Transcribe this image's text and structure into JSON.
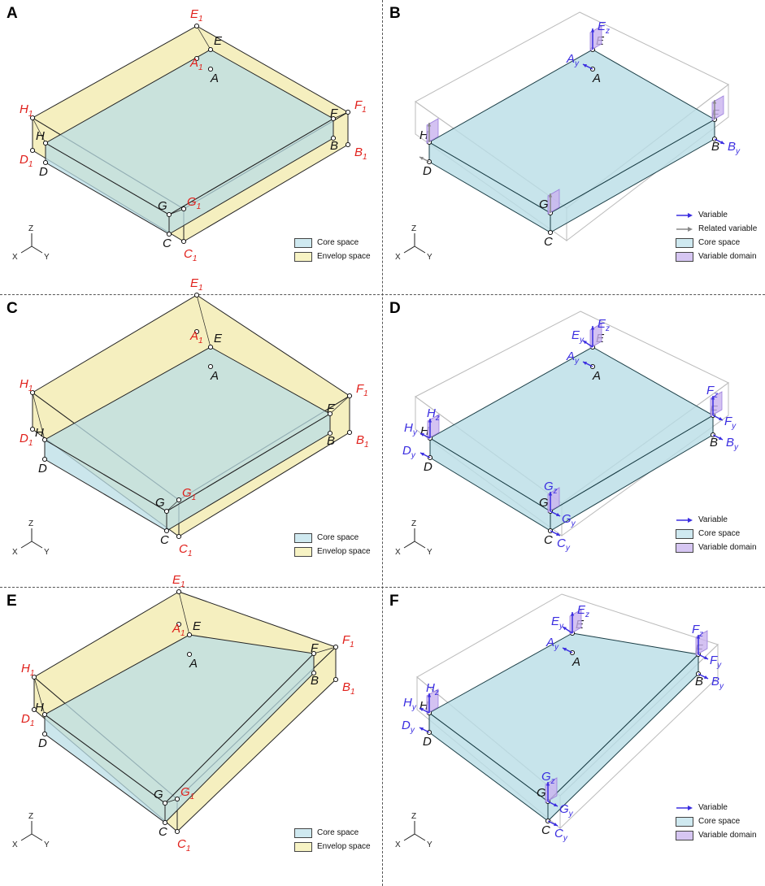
{
  "panels": [
    {
      "letter": "A",
      "legend": [
        {
          "kind": "swatch",
          "color": "#cfe9f0",
          "label": "Core space"
        },
        {
          "kind": "swatch",
          "color": "#f7f3c4",
          "label": "Envelop space"
        }
      ]
    },
    {
      "letter": "B",
      "legend": [
        {
          "kind": "arrow",
          "color": "#3a2de0",
          "label": "Variable"
        },
        {
          "kind": "arrow",
          "color": "#888888",
          "label": "Related variable"
        },
        {
          "kind": "swatch",
          "color": "#cfe9f0",
          "label": "Core space"
        },
        {
          "kind": "swatch",
          "color": "#d6c6f2",
          "label": "Variable domain"
        }
      ]
    },
    {
      "letter": "C",
      "legend": [
        {
          "kind": "swatch",
          "color": "#cfe9f0",
          "label": "Core space"
        },
        {
          "kind": "swatch",
          "color": "#f7f3c4",
          "label": "Envelop space"
        }
      ]
    },
    {
      "letter": "D",
      "legend": [
        {
          "kind": "arrow",
          "color": "#3a2de0",
          "label": "Variable"
        },
        {
          "kind": "swatch",
          "color": "#cfe9f0",
          "label": "Core space"
        },
        {
          "kind": "swatch",
          "color": "#d6c6f2",
          "label": "Variable domain"
        }
      ]
    },
    {
      "letter": "E",
      "legend": [
        {
          "kind": "swatch",
          "color": "#cfe9f0",
          "label": "Core space"
        },
        {
          "kind": "swatch",
          "color": "#f7f3c4",
          "label": "Envelop space"
        }
      ]
    },
    {
      "letter": "F",
      "legend": [
        {
          "kind": "arrow",
          "color": "#3a2de0",
          "label": "Variable"
        },
        {
          "kind": "swatch",
          "color": "#cfe9f0",
          "label": "Core space"
        },
        {
          "kind": "swatch",
          "color": "#d6c6f2",
          "label": "Variable domain"
        }
      ]
    }
  ],
  "axes": {
    "z": "Z",
    "x": "X",
    "y": "Y"
  },
  "labels": {
    "core": [
      "A",
      "B",
      "C",
      "D",
      "E",
      "F",
      "G",
      "H"
    ],
    "envelope": [
      "A",
      "B",
      "C",
      "D",
      "E",
      "F",
      "G",
      "H"
    ],
    "envelope_sub": "1",
    "variables_B": [
      [
        "E",
        "z"
      ],
      [
        "A",
        "y"
      ],
      [
        "B",
        "y"
      ]
    ],
    "variables_D": [
      [
        "E",
        "z"
      ],
      [
        "E",
        "y"
      ],
      [
        "A",
        "y"
      ],
      [
        "F",
        "z"
      ],
      [
        "F",
        "y"
      ],
      [
        "B",
        "y"
      ],
      [
        "H",
        "z"
      ],
      [
        "H",
        "y"
      ],
      [
        "D",
        "y"
      ],
      [
        "G",
        "z"
      ],
      [
        "G",
        "y"
      ],
      [
        "C",
        "y"
      ]
    ]
  },
  "colors": {
    "core_fill": "#b9dde6",
    "envelope_fill": "#f3ecb4",
    "variable_domain": "#c9b3ef",
    "variable_arrow": "#3a2de0",
    "related_arrow": "#888888",
    "red_label": "#e0201b"
  }
}
